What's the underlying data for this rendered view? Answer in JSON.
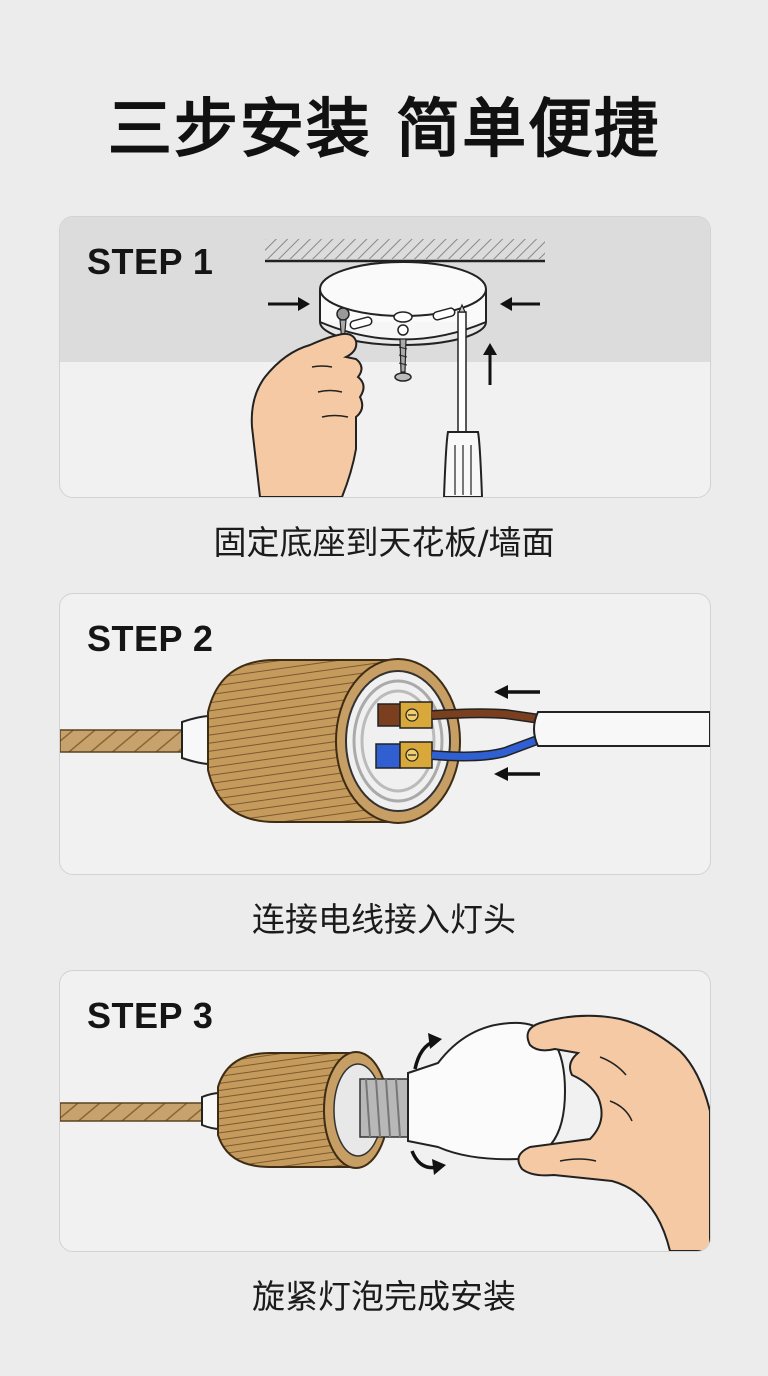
{
  "title": "三步安装 简单便捷",
  "steps": [
    {
      "label": "STEP 1",
      "caption": "固定底座到天花板/墙面"
    },
    {
      "label": "STEP 2",
      "caption": "连接电线接入灯头"
    },
    {
      "label": "STEP 3",
      "caption": "旋紧灯泡完成安装"
    }
  ],
  "colors": {
    "background": "#ececec",
    "card": "#f1f1f1",
    "rope": "#c19a62",
    "skin": "#f4c9a3",
    "brown_wire": "#7a3f1f",
    "blue_wire": "#2f5fd0",
    "brass": "#d8a83a"
  }
}
